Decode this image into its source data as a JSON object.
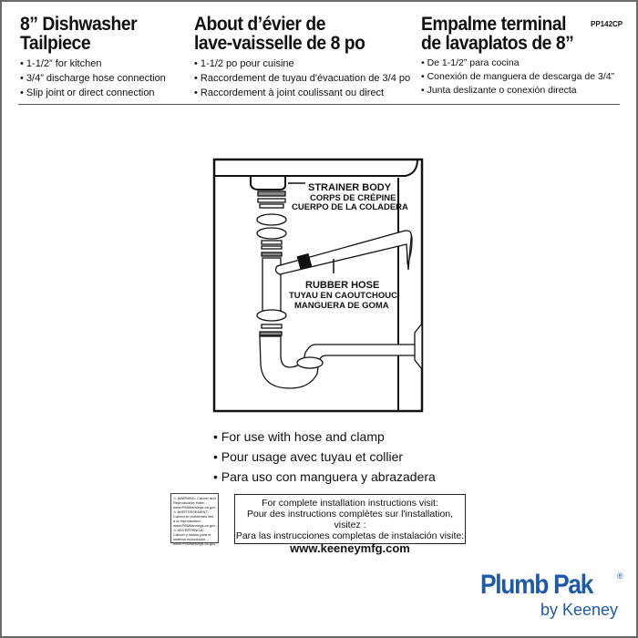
{
  "product_code": "PP142CP",
  "columns": [
    {
      "title_line1": "8” Dishwasher",
      "title_line2": "Tailpiece",
      "bullets": [
        "1-1/2” for kitchen",
        "3/4” discharge hose connection",
        "Slip joint or direct connection"
      ]
    },
    {
      "title_line1": "About d’évier de",
      "title_line2": "lave-vaisselle de 8 po",
      "bullets": [
        "1-1/2 po pour cuisine",
        "Raccordement de tuyau d'évacuation de 3/4 po",
        "Raccordement à joint coulissant ou direct"
      ]
    },
    {
      "title_line1": "Empalme terminal",
      "title_line2": "de lavaplatos de 8”",
      "bullets": [
        "De 1-1/2” para cocina",
        "Conexión de manguera de descarga de 3/4”",
        "Junta deslizante o conexión directa"
      ]
    }
  ],
  "diagram": {
    "strainer_labels": [
      "STRAINER BODY",
      "CORPS DE CRÉPINE",
      "CUERPO DE LA COLADERA"
    ],
    "hose_labels": [
      "RUBBER HOSE",
      "TUYAU EN CAOUTCHOUC",
      "MANGUERA DE GOMA"
    ]
  },
  "usage_bullets": [
    "For use with hose and clamp",
    "Pour usage avec tuyau et collier",
    "Para uso con manguera y abrazadera"
  ],
  "warning_label": "⚠ WARNING: Cancer and Reproductive Harm - www.P65Warnings.ca.gov ⚠ AVERTISSEMENT: Cancer et problèmes liés à la reproduction - www.P65Warnings.ca.gov ⚠ ADVERTENCIA: Cáncer y daños para el sistema reproductor - www.P65Warnings.ca.gov",
  "instructions": {
    "line1": "For complete installation instructions visit:",
    "line2": "Pour des instructions complètes sur l'installation, visitez :",
    "line3": "Para las instrucciones completas de instalación visite:",
    "url": "www.keeneymfg.com"
  },
  "logo": {
    "brand": "Plumb Pak",
    "reg": "®",
    "by": "by Keeney",
    "color": "#1f5aa6"
  }
}
